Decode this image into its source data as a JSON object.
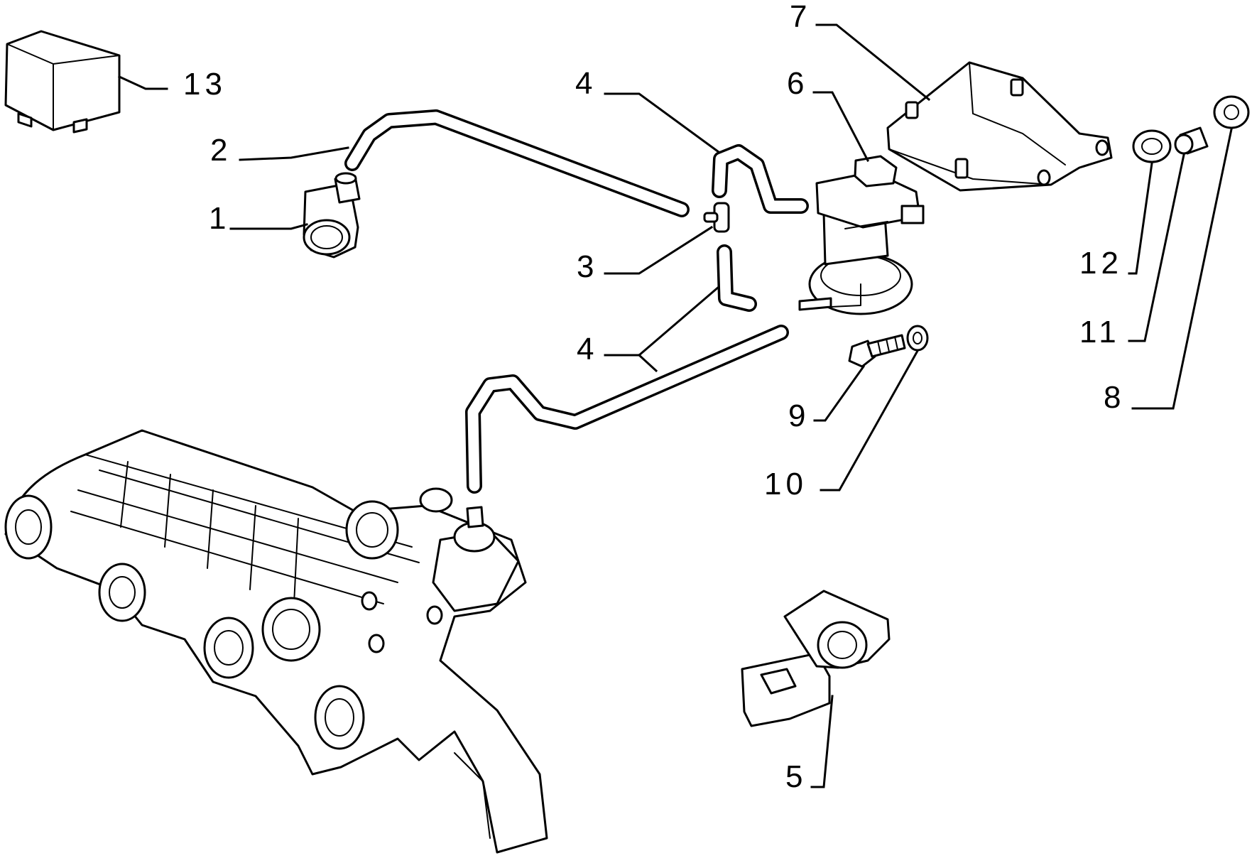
{
  "callouts": [
    {
      "id": "c1",
      "label": "1"
    },
    {
      "id": "c2",
      "label": "2"
    },
    {
      "id": "c3",
      "label": "3"
    },
    {
      "id": "c4a",
      "label": "4"
    },
    {
      "id": "c4b",
      "label": "4"
    },
    {
      "id": "c5",
      "label": "5"
    },
    {
      "id": "c6",
      "label": "6"
    },
    {
      "id": "c7",
      "label": "7"
    },
    {
      "id": "c8",
      "label": "8"
    },
    {
      "id": "c9",
      "label": "9"
    },
    {
      "id": "c10",
      "label": "10"
    },
    {
      "id": "c11",
      "label": "11"
    },
    {
      "id": "c12",
      "label": "12"
    },
    {
      "id": "c13",
      "label": "13"
    }
  ]
}
